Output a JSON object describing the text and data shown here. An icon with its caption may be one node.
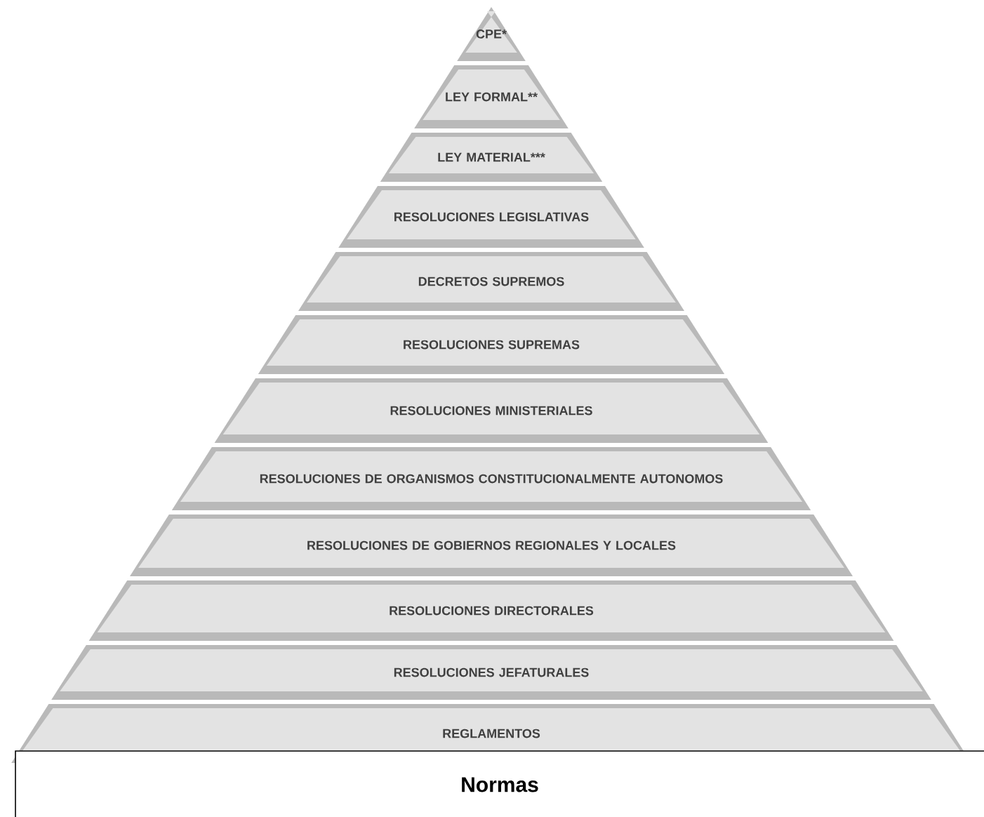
{
  "diagram": {
    "nodes": [
      {
        "text": [
          "CPE*"
        ]
      },
      {
        "text": [
          "LEY FORMAL**"
        ]
      },
      {
        "text": [
          "LEY MATERIAL***"
        ]
      },
      {
        "text": [
          "RESOLUCIONES LEGISLATIVAS"
        ]
      },
      {
        "text": [
          "DECRETOS SUPREMOS"
        ]
      },
      {
        "text": [
          "RESOLUCIONES SUPREMAS"
        ]
      },
      {
        "text": [
          "RESOLUCIONES MINISTERIALES"
        ]
      },
      {
        "text": [
          "RESOLUCIONES DE ORGANISMOS CONSTITUCIONALMENTE AUTONOMOS"
        ]
      },
      {
        "text": [
          "RESOLUCIONES DE GOBIERNOS REGIONALES Y LOCALES"
        ]
      },
      {
        "text": [
          "RESOLUCIONES DIRECTORALES"
        ]
      },
      {
        "text": [
          "RESOLUCIONES JEFATURALES"
        ]
      },
      {
        "text": [
          "REGLAMENTOS"
        ]
      },
      {
        "text": [
          "Normas"
        ]
      }
    ]
  }
}
